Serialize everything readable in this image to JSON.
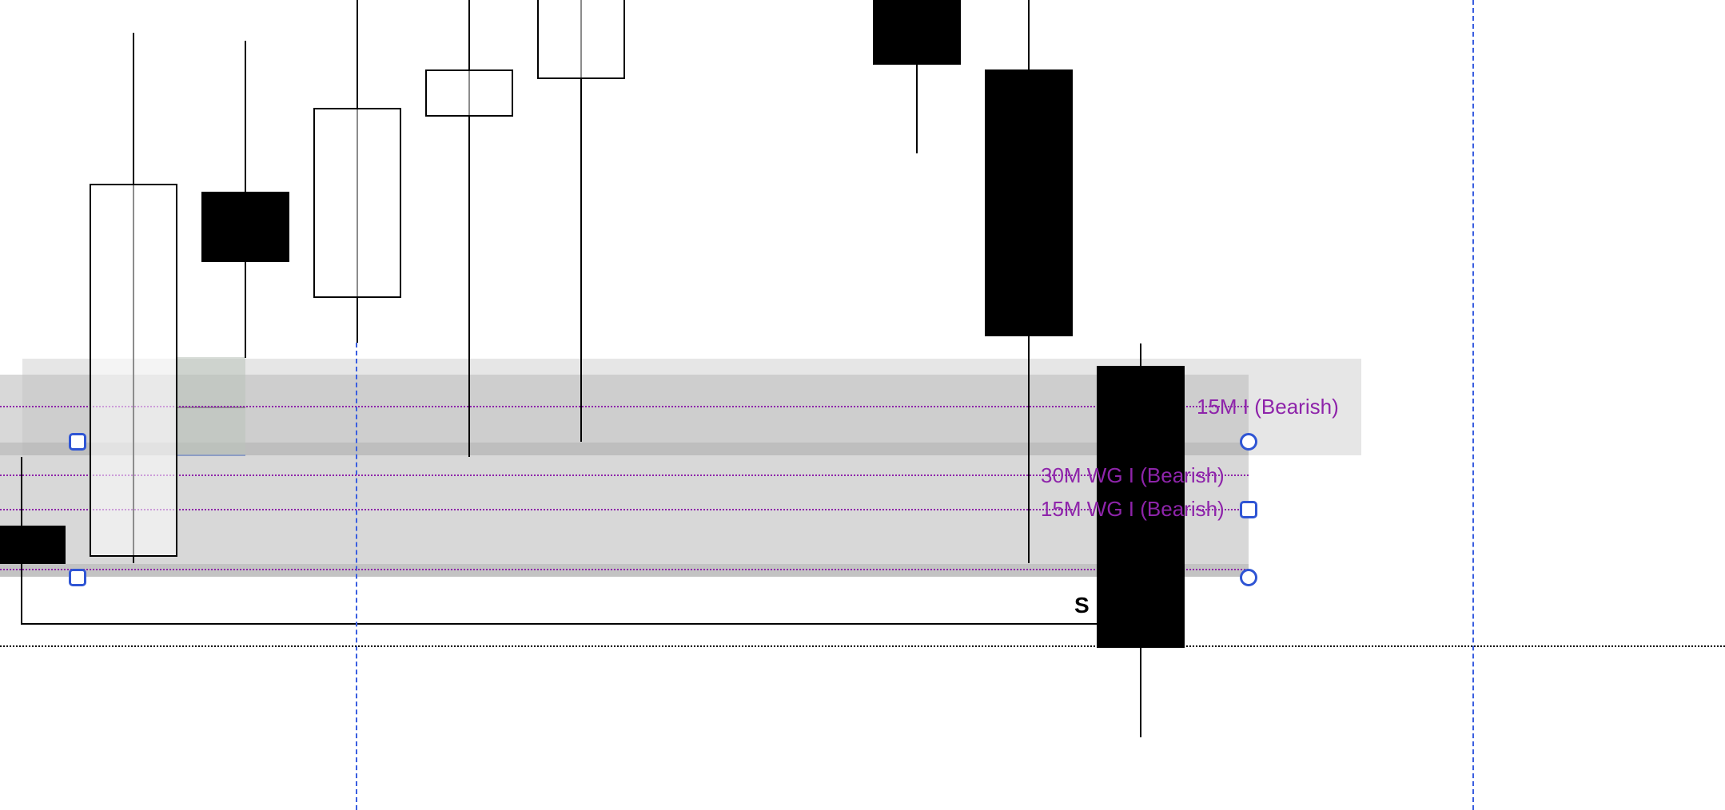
{
  "chart_data": {
    "type": "candlestick",
    "title": "",
    "xlabel": "",
    "ylabel": "",
    "ylim": [
      0,
      101.4
    ],
    "colors": {
      "up": "#ffffff",
      "down": "#000000",
      "outline": "#000000",
      "level": "#8e24aa",
      "handle": "#2f55d4",
      "cursor": "#3a5ee0"
    },
    "candles": [
      {
        "index": 0,
        "open": 35.5,
        "high": 44.2,
        "low": 23.3,
        "close": 30.9
      },
      {
        "index": 1,
        "open": 31.8,
        "high": 97.3,
        "low": 30.9,
        "close": 78.3
      },
      {
        "index": 2,
        "open": 77.3,
        "high": 96.3,
        "low": 56.6,
        "close": 68.7
      },
      {
        "index": 3,
        "open": 64.2,
        "high": 105,
        "low": 58.5,
        "close": 87.8
      },
      {
        "index": 4,
        "open": 86.9,
        "high": 105,
        "low": 44.2,
        "close": 92.6
      },
      {
        "index": 5,
        "open": 91.6,
        "high": 108,
        "low": 46.1,
        "close": 105
      },
      {
        "index": 8,
        "open": 105,
        "high": 108,
        "low": 82.2,
        "close": 93.4
      },
      {
        "index": 9,
        "open": 92.6,
        "high": 108,
        "low": 30.9,
        "close": 59.4
      },
      {
        "index": 10,
        "open": 55.5,
        "high": 58.4,
        "low": 9.1,
        "close": 20.4
      }
    ],
    "levels": [
      {
        "label": "15M I (Bearish)",
        "price": 50.5
      },
      {
        "label": "30M WG I (Bearish)",
        "price": 41.9
      },
      {
        "label": "15M WG I (Bearish)",
        "price": 37.6
      },
      {
        "label": "",
        "price": 30.1
      }
    ]
  },
  "annotations": {
    "s_label": "S"
  }
}
